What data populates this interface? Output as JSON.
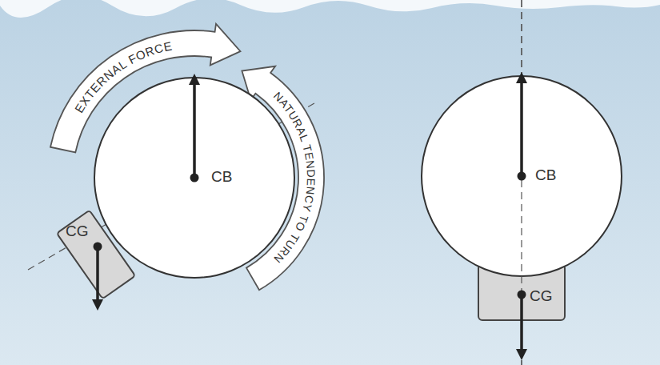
{
  "diagram": {
    "nodes": [
      {
        "text": [
          "CB"
        ]
      },
      {
        "text": [
          "CG"
        ]
      },
      {
        "text": [
          "CB"
        ]
      },
      {
        "text": [
          "CG"
        ]
      }
    ],
    "labels": [
      "EXTERNAL FORCE",
      "NATURAL TENDENCY TO TURN"
    ]
  }
}
